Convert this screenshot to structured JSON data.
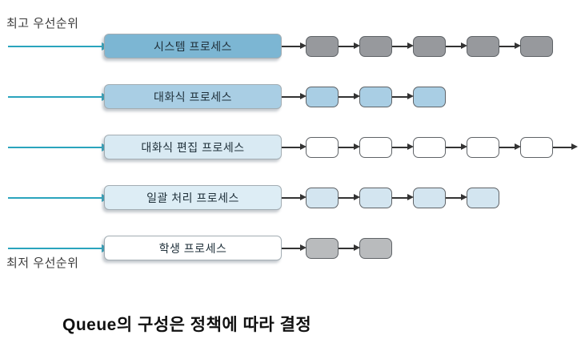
{
  "labels": {
    "top_priority": "최고 우선순위",
    "bottom_priority": "최저 우선순위"
  },
  "caption": "Queue의 구성은 정책에 따라 결정",
  "colors": {
    "entry_arrow": "#2aa4bd",
    "connector": "#333333",
    "node_border": "#5f6367",
    "box_border": "#a3adb3"
  },
  "rows": [
    {
      "label": "시스템 프로세스",
      "box_fill": "#7cb6d3",
      "node_count": 5,
      "node_fill": "#97999d",
      "trailing_arrow": false
    },
    {
      "label": "대화식 프로세스",
      "box_fill": "#a9cee4",
      "node_count": 3,
      "node_fill": "#a9cee4",
      "trailing_arrow": false
    },
    {
      "label": "대화식 편집 프로세스",
      "box_fill": "#d9eaf3",
      "node_count": 5,
      "node_fill": "#ffffff",
      "trailing_arrow": true
    },
    {
      "label": "일괄 처리 프로세스",
      "box_fill": "#ddedf5",
      "node_count": 4,
      "node_fill": "#d3e5f0",
      "trailing_arrow": false
    },
    {
      "label": "학생 프로세스",
      "box_fill": "#ffffff",
      "node_count": 2,
      "node_fill": "#b9bbbd",
      "trailing_arrow": false
    }
  ],
  "layout": {
    "row_top_start": 42,
    "row_pitch": 63
  }
}
